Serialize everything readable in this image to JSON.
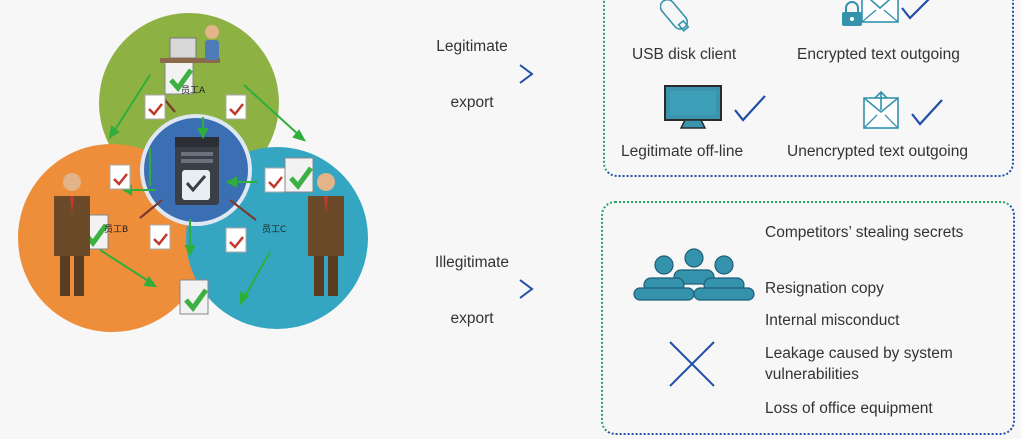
{
  "flows": {
    "legitimate": {
      "label": "Legitimate",
      "sub": "export"
    },
    "illegitimate": {
      "label": "Illegitimate",
      "sub": "export"
    }
  },
  "legit_box": {
    "items": [
      {
        "label": "USB disk client",
        "icon": "usb-stick-icon"
      },
      {
        "label": "Encrypted text outgoing",
        "icon": "locked-envelope-check-icon"
      },
      {
        "label": "Legitimate off-line",
        "icon": "monitor-check-icon"
      },
      {
        "label": "Unencrypted text outgoing",
        "icon": "envelope-check-icon"
      }
    ]
  },
  "illegit_box": {
    "items": [
      "Competitors’ stealing secrets",
      "Resignation copy",
      "Internal misconduct",
      "Leakage caused by system vulnerabilities",
      "Loss of office equipment"
    ],
    "icons": [
      "meeting-people-icon",
      "cross-icon"
    ]
  },
  "illustration": {
    "employee_labels": [
      "员工A",
      "员工B",
      "员工C"
    ],
    "circle_colors": {
      "top": "#8db143",
      "left": "#ee8d3a",
      "right": "#35a6c2",
      "center": "#3b6fb3"
    },
    "accent_colors": {
      "green": "#2aa36a",
      "blue": "#1f4fa6",
      "icon_teal": "#3592ad",
      "check_blue": "#1f4fa6"
    }
  }
}
